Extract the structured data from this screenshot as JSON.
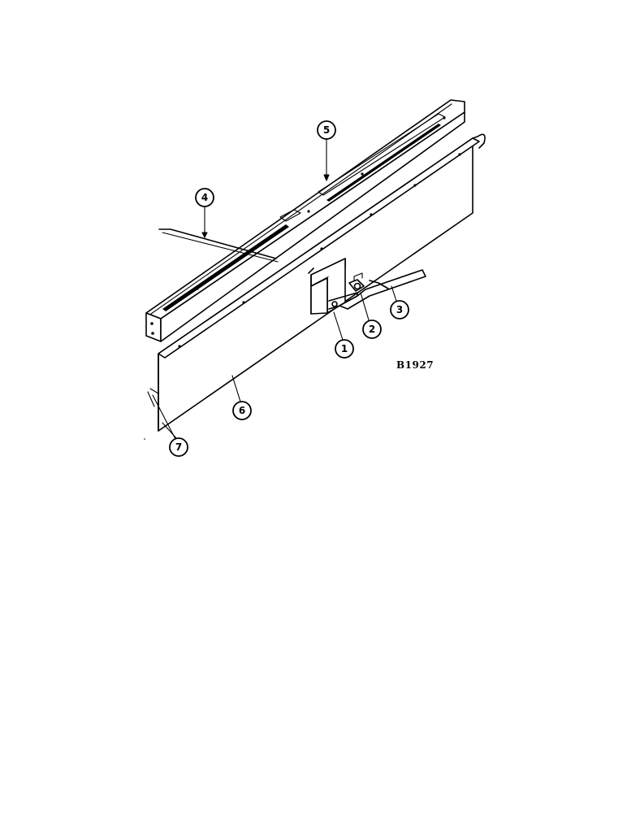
{
  "figure": {
    "id_label": "B1927"
  },
  "callouts": [
    {
      "number": "1"
    },
    {
      "number": "2"
    },
    {
      "number": "3"
    },
    {
      "number": "4"
    },
    {
      "number": "5"
    },
    {
      "number": "6"
    },
    {
      "number": "7"
    }
  ]
}
